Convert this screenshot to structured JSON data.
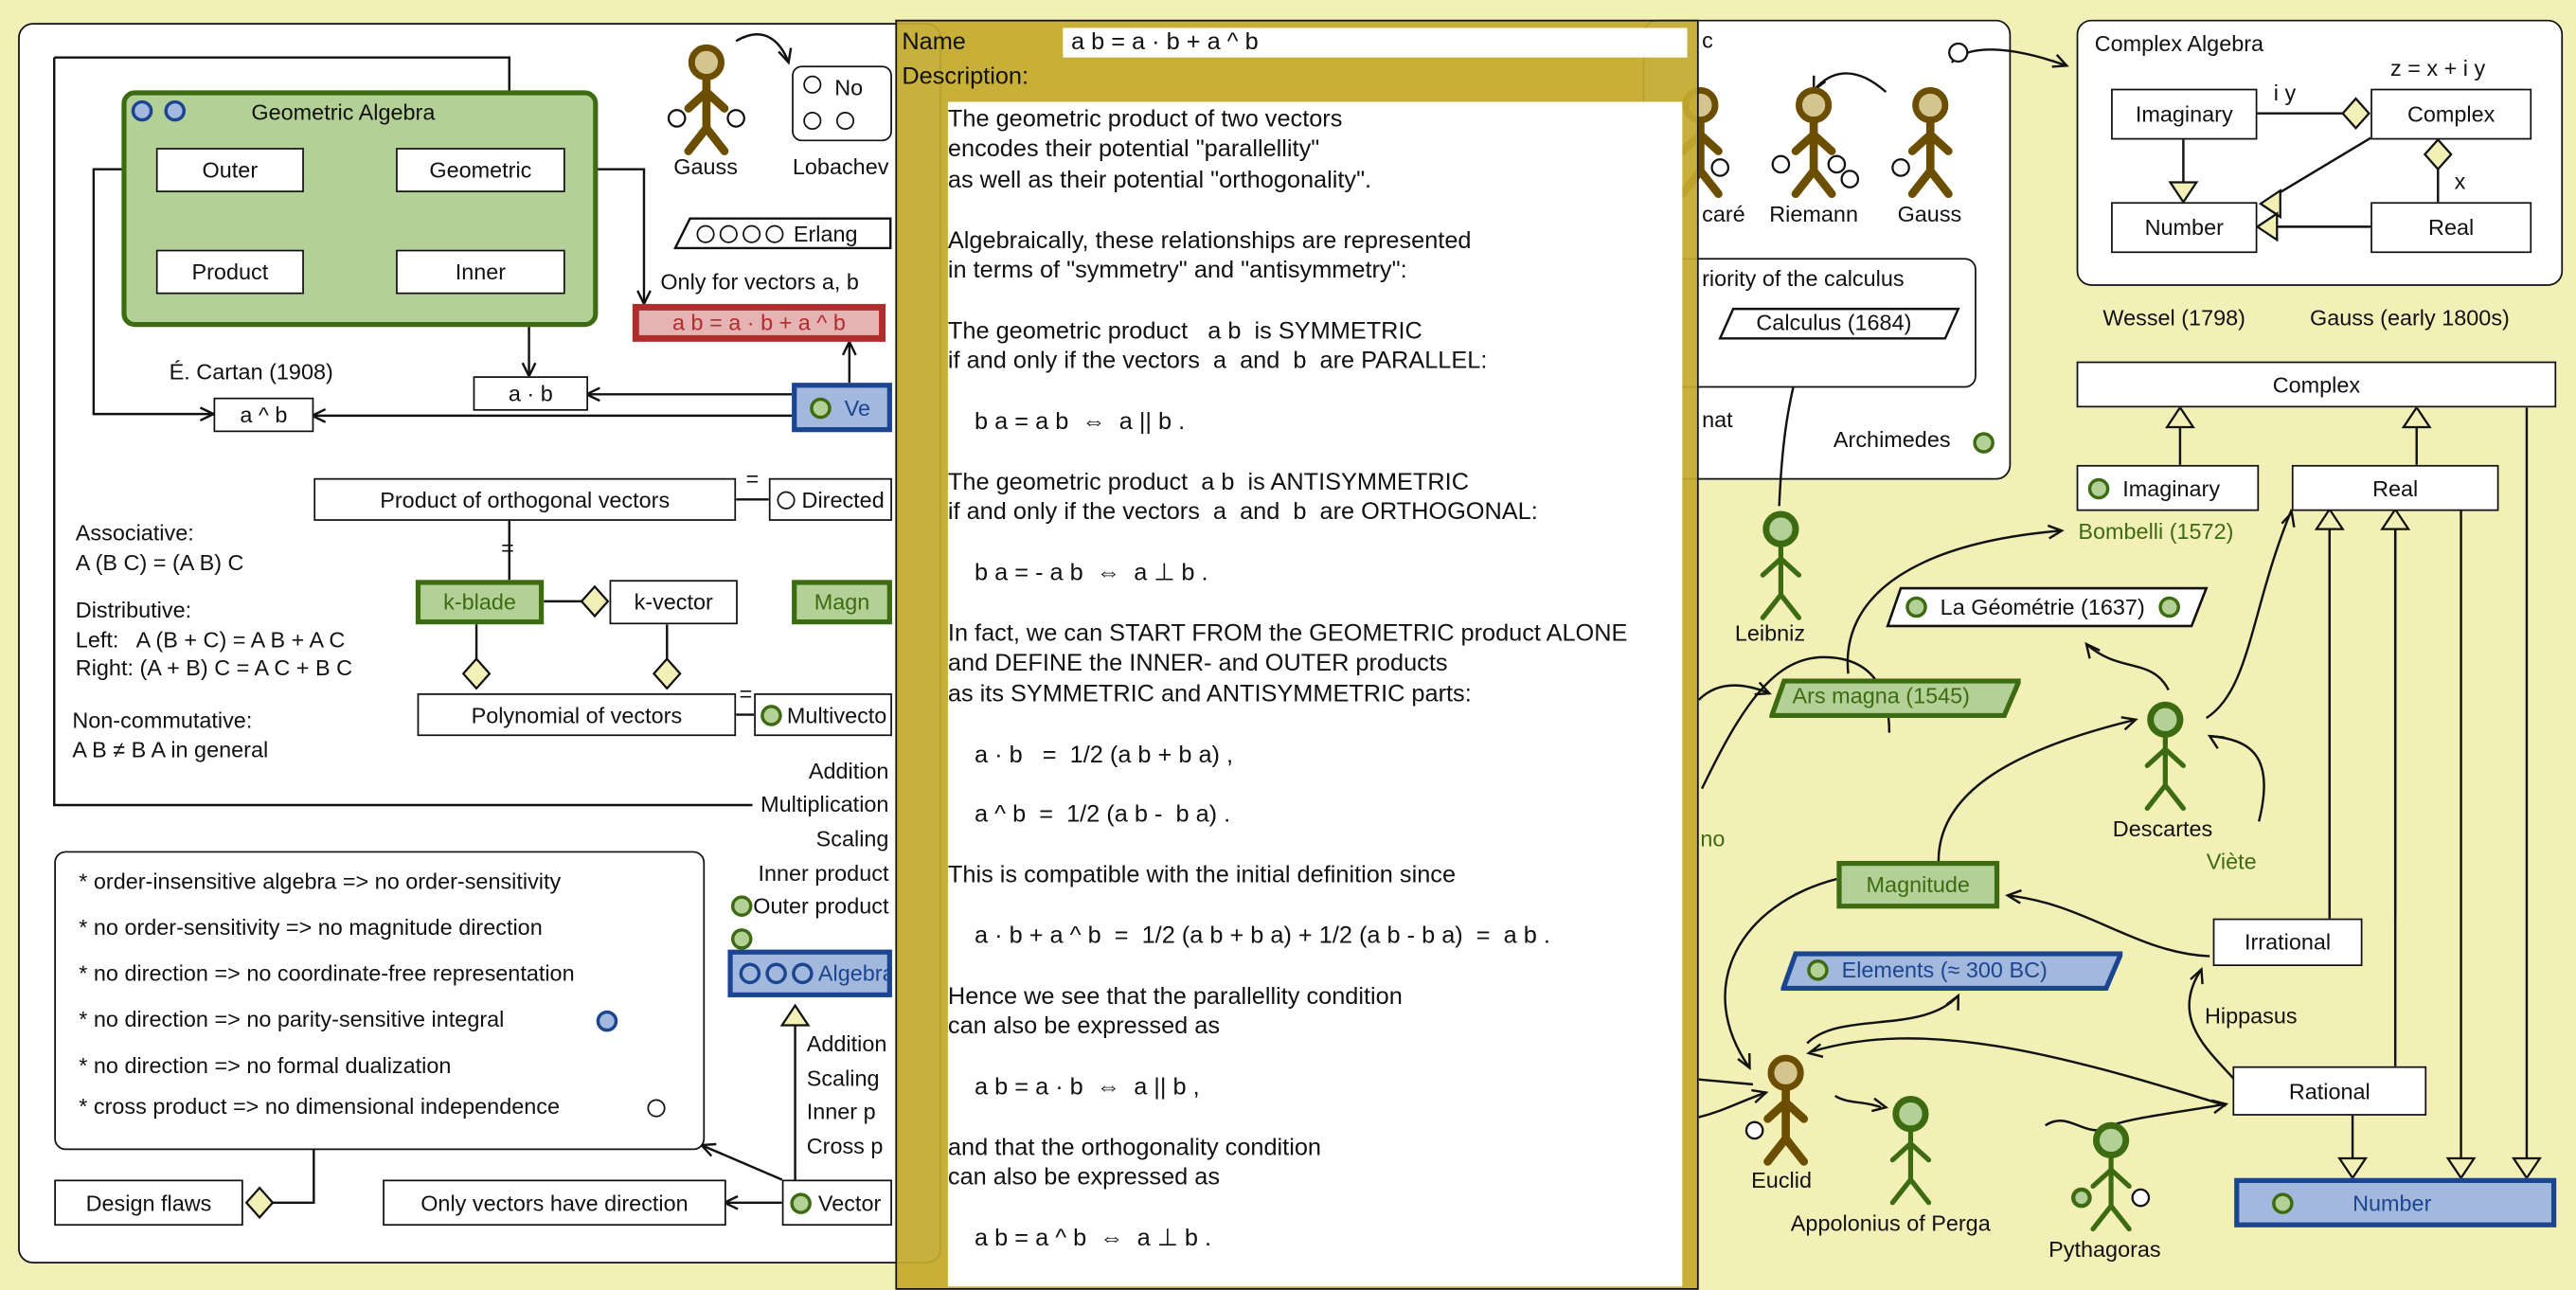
{
  "left_diagram": {
    "geometric_algebra": {
      "title": "Geometric Algebra",
      "outer": "Outer",
      "geometric": "Geometric",
      "product": "Product",
      "inner": "Inner"
    },
    "cartan": "É. Cartan (1908)",
    "wedge": "a ^ b",
    "dot": "a · b",
    "gauss": "Gauss",
    "lobachevsky_top": "No",
    "lobachevsky": "Lobachev",
    "erlangen": "Erlang",
    "only_for_vectors": "Only for vectors a, b",
    "identity": "a b = a · b + a ^ b",
    "vector": "Ve",
    "product_orthogonal": "Product of orthogonal  vectors",
    "equals": "=",
    "directed": "Directed",
    "k_blade": "k-blade",
    "k_vector": "k-vector",
    "magnitude": "Magn",
    "polynomial": "Polynomial of vectors",
    "multivector": "Multivecto",
    "operations": [
      "Addition",
      "Multiplication",
      "Scaling",
      "Inner product",
      "Outer product"
    ],
    "algebra": "Algebra",
    "algebra_ops": [
      "Addition",
      "Scaling",
      "Inner p",
      "Cross p"
    ],
    "vector_bottom": "Vector",
    "properties": [
      "Associative:",
      "A (B C) = (A B) C",
      "Distributive:",
      "Left:   A (B + C) = A B + A C",
      "Right: (A + B) C = A C + B C",
      "Non-commutative:",
      "A B ≠ B A in general"
    ],
    "design_notes": [
      "* order-insensitive algebra => no order-sensitivity",
      "* no order-sensitivity => no magnitude direction",
      "* no direction => no coordinate-free representation",
      "* no direction => no parity-sensitive integral",
      "* no direction => no formal dualization",
      "* cross product => no dimensional independence"
    ],
    "design_flaws": "Design flaws",
    "only_vectors_direction": "Only vectors have direction"
  },
  "popup": {
    "name_label": "Name",
    "name_value": "a b = a · b + a ^ b",
    "description_label": "Description:",
    "description": "The geometric product of two vectors\nencodes their potential \"parallellity\"\nas well as their potential \"orthogonality\".\n\nAlgebraically, these relationships are represented\nin terms of \"symmetry\" and \"antisymmetry\":\n\nThe geometric product   a b  is SYMMETRIC\nif and only if the vectors  a  and  b  are PARALLEL:\n\n    b a = a b  ⇔  a || b .\n\nThe geometric product  a b  is ANTISYMMETRIC\nif and only if the vectors  a  and  b  are ORTHOGONAL:\n\n    b a = - a b  ⇔  a ⊥ b .\n\nIn fact, we can START FROM the GEOMETRIC product ALONE\nand DEFINE the INNER- and OUTER products\nas its SYMMETRIC and ANTISYMMETRIC parts:\n\n    a · b   =  1/2 (a b + b a) ,\n\n    a ^ b  =  1/2 (a b -  b a) .\n\nThis is compatible with the initial definition since\n\n    a · b + a ^ b  =  1/2 (a b + b a) + 1/2 (a b - b a)  =  a b .\n\nHence we see that the parallellity condition\ncan also be expressed as\n\n    a b = a · b  ⇔  a || b ,\n\nand that the orthogonality condition\ncan also be expressed as\n\n    a b = a ^ b  ⇔  a ⊥ b ."
  },
  "right_diagram": {
    "frame_title_tail": "c",
    "poincare": "caré",
    "riemann": "Riemann",
    "gauss": "Gauss",
    "priority": "riority of  the calculus",
    "calculus": "Calculus (1684)",
    "fermat": "nat",
    "archimedes": "Archimedes",
    "complex_algebra": {
      "title": "Complex Algebra",
      "imaginary": "Imaginary",
      "complex": "Complex",
      "number": "Number",
      "real": "Real",
      "iy": "i y",
      "z": "z = x + i y",
      "x": "x"
    },
    "wessel": "Wessel (1798)",
    "gauss_early": "Gauss (early 1800s)",
    "complex": "Complex",
    "imaginary": "Imaginary",
    "real": "Real",
    "bombelli": "Bombelli (1572)",
    "la_geometrie": "La Géométrie (1637)",
    "leibniz": "Leibniz",
    "ars_magna": "Ars magna (1545)",
    "descartes": "Descartes",
    "viete": "Viète",
    "cardano": "no",
    "magnitude": "Magnitude",
    "elements": "Elements (≈ 300 BC)",
    "irrational": "Irrational",
    "hippasus": "Hippasus",
    "euclid": "Euclid",
    "appolonius": "Appolonius of Perga",
    "pythagoras": "Pythagoras",
    "rational": "Rational",
    "number": "Number"
  },
  "colors": {
    "background": "#f2f0b6",
    "green": "#3d6b12",
    "blue": "#1c4591",
    "red": "#b02d2d",
    "popup": "#c4aa2e",
    "brown": "#6b4e00"
  }
}
